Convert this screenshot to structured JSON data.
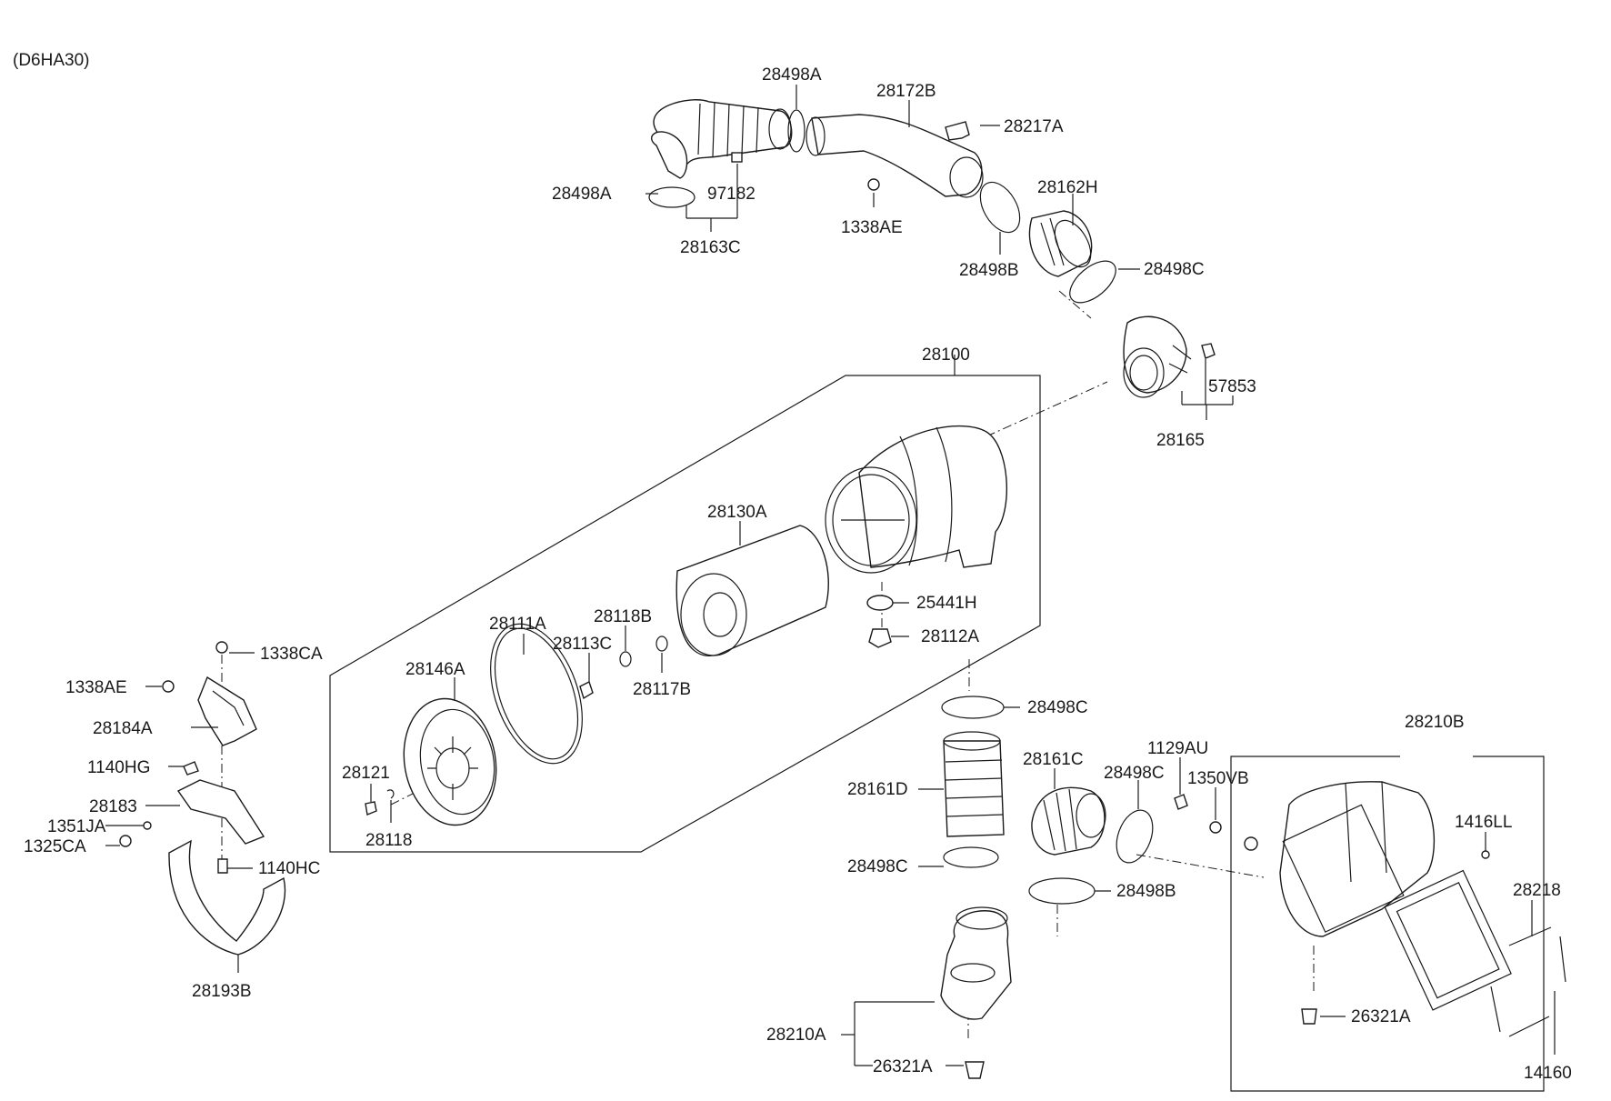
{
  "diagram": {
    "code": "(D6HA30)",
    "labels": {
      "p28498A_top": "28498A",
      "p28172B": "28172B",
      "p28217A": "28217A",
      "p28498A_left": "28498A",
      "p97182": "97182",
      "p28163C": "28163C",
      "p1338AE_top": "1338AE",
      "p28162H": "28162H",
      "p28498B_top": "28498B",
      "p28498C_top": "28498C",
      "p57853": "57853",
      "p28165": "28165",
      "p28100": "28100",
      "p28130A": "28130A",
      "p25441H": "25441H",
      "p28112A": "28112A",
      "p28118B": "28118B",
      "p28111A": "28111A",
      "p28113C": "28113C",
      "p28117B": "28117B",
      "p28146A": "28146A",
      "p28121": "28121",
      "p28118": "28118",
      "p1338CA": "1338CA",
      "p1338AE_left": "1338AE",
      "p28184A": "28184A",
      "p1140HG": "1140HG",
      "p28183": "28183",
      "p1351JA": "1351JA",
      "p1325CA": "1325CA",
      "p1140HC": "1140HC",
      "p28193B": "28193B",
      "p28498C_mid": "28498C",
      "p28161D": "28161D",
      "p28161C": "28161C",
      "p28498C_right": "28498C",
      "p28498C_low": "28498C",
      "p28498B_low": "28498B",
      "p1129AU": "1129AU",
      "p1350VB": "1350VB",
      "p28210B": "28210B",
      "p1416LL": "1416LL",
      "p28218": "28218",
      "p26321A_right": "26321A",
      "p14160": "14160",
      "p28210A": "28210A",
      "p26321A_bottom": "26321A"
    }
  }
}
